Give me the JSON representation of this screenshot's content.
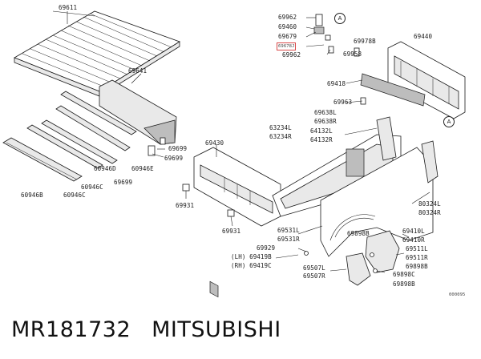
{
  "labels": {
    "l69611": "69611",
    "l69962a": "69962",
    "l69460": "69460",
    "l69679": "69679",
    "l69678": "69678J",
    "l69962b": "69962",
    "l69978": "69978B",
    "l69958": "69958",
    "l69440": "69440",
    "l69418": "69418",
    "l69641": "69641",
    "l69963": "69963",
    "l69638l": "69638L",
    "l69638r": "69638R",
    "l63234l": "63234L",
    "l63234r": "63234R",
    "l64132l": "64132L",
    "l64132r": "64132R",
    "l69430": "69430",
    "l69699a": "69699",
    "l69699b": "69699",
    "l69699c": "69699",
    "l60946d": "60946D",
    "l60946e": "60946E",
    "l60946c": "60946C",
    "l60946b": "60946B",
    "l80324l": "80324L",
    "l80324r": "80324R",
    "l69931a": "69931",
    "l69931b": "69931",
    "l69410l": "69410L",
    "l69410r": "69410R",
    "l69531l": "69531L",
    "l69531r": "69531R",
    "l69898b": "69898B",
    "l69929": "69929",
    "l69419b": "(LH) 69419B",
    "l69419c": "(RH) 69419C",
    "l69511l": "69511L",
    "l69511r": "69511R",
    "l69898b2": "69898B",
    "l69898c": "69898C",
    "l69507l": "69507L",
    "l69507r": "69507R",
    "l69898b3": "69898B",
    "ref_a1": "A",
    "ref_a2": "A",
    "code": "000095"
  },
  "caption": {
    "part_number": "MR181732",
    "brand": "MITSUBISHI"
  },
  "colors": {
    "highlight": "#d94a4a",
    "ink": "#1a1a1a"
  }
}
